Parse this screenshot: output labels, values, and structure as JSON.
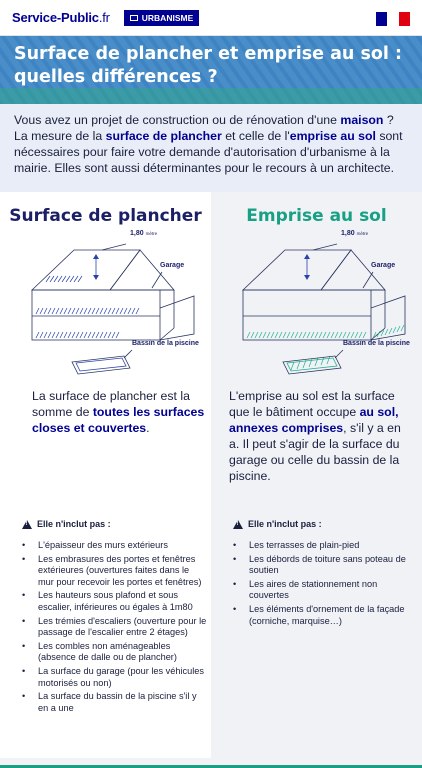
{
  "header": {
    "brand_main": "Service-Public",
    "brand_suffix": ".fr",
    "badge": "URBANISME",
    "colors": {
      "primary": "#000091",
      "hero": "#4a8ec9",
      "accent_green": "#18a085"
    }
  },
  "hero": {
    "title": "Surface de plancher et emprise au sol : quelles différences ?"
  },
  "intro": {
    "t1": "Vous avez un projet de construction ou de rénovation d'une ",
    "b1": "maison",
    "t2": " ? La mesure de la ",
    "b2": "surface de plancher",
    "t3": " et celle de l'",
    "b3": "emprise au sol",
    "t4": " sont nécessaires pour faire votre demande d'autorisation d'urbanisme à la mairie. Elles sont aussi déterminantes pour le recours à un architecte."
  },
  "left": {
    "title": "Surface de plancher",
    "height_label": "1,80",
    "height_unit": "mètre",
    "garage_label": "Garage",
    "pool_label": "Bassin de la piscine",
    "desc_t1": "La surface de plancher est la somme de ",
    "desc_b1": "toutes les surfaces closes et couvertes",
    "desc_t2": ".",
    "excludes_title": "Elle n'inclut pas :",
    "items": [
      "L'épaisseur des murs extérieurs",
      "Les embrasures des portes et fenêtres extérieures (ouvertures faites dans le mur pour recevoir les portes et fenêtres)",
      "Les hauteurs sous plafond et sous escalier, inférieures ou égales à 1m80",
      "Les trémies d'escaliers (ouverture pour le passage de l'escalier entre 2 étages)",
      "Les combles non aménageables (absence de dalle ou de plancher)",
      "La surface du garage (pour les véhicules motorisés ou non)",
      "La surface du bassin de la piscine s'il y en a une"
    ]
  },
  "right": {
    "title": "Emprise au sol",
    "height_label": "1,80",
    "height_unit": "mètre",
    "garage_label": "Garage",
    "pool_label": "Bassin de la piscine",
    "desc_t1": "L'emprise au sol est la surface que le bâtiment occupe ",
    "desc_b1": "au sol, annexes comprises",
    "desc_t2": ", s'il y a en a. Il peut s'agir de la surface du garage ou celle du bassin de la piscine.",
    "excludes_title": "Elle n'inclut pas :",
    "items": [
      "Les terrasses de plain-pied",
      "Les débords de toiture sans poteau de soutien",
      "Les aires de stationnement non couvertes",
      "Les éléments d'ornement de la façade (corniche, marquise…)"
    ]
  }
}
